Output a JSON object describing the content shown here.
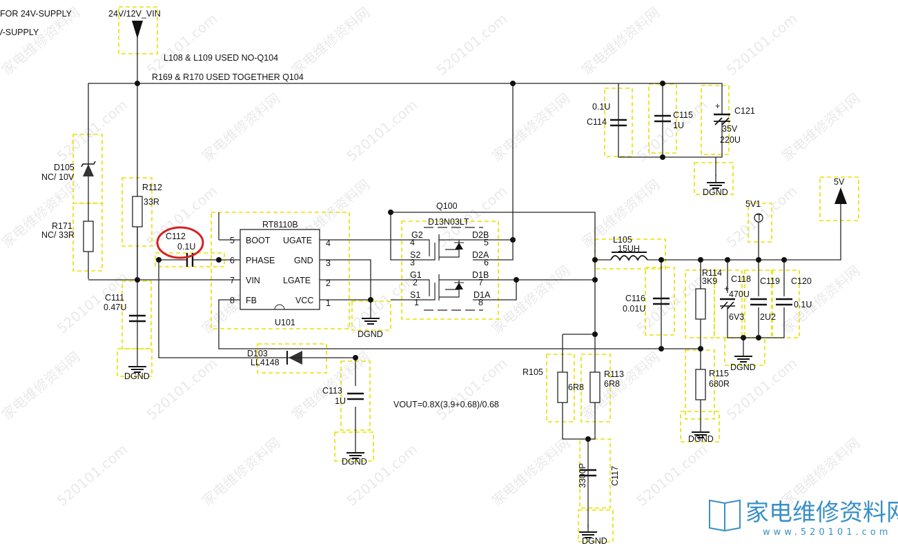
{
  "notes": {
    "supply_24v": "FOR 24V-SUPPLY",
    "supply_12v": "V-SUPPLY",
    "l108_note": "L108 & L109 USED NO-Q104",
    "r169_note": "R169 & R170 USED TOGETHER Q104",
    "vout_formula": "VOUT=0.8X(3.9+0.68)/0.68"
  },
  "nets": {
    "vin": "24V/12V_VIN",
    "out_5v": "5V",
    "tp_5v1": "5V1",
    "ground": "DGND"
  },
  "ic": {
    "part": "RT8110B",
    "ref": "U101",
    "left_pins": [
      {
        "num": "5",
        "name": "BOOT"
      },
      {
        "num": "6",
        "name": "PHASE"
      },
      {
        "num": "7",
        "name": "VIN"
      },
      {
        "num": "8",
        "name": "FB"
      }
    ],
    "right_pins": [
      {
        "num": "4",
        "name": "UGATE"
      },
      {
        "num": "3",
        "name": "GND"
      },
      {
        "num": "2",
        "name": "LGATE"
      },
      {
        "num": "1",
        "name": "VCC"
      }
    ]
  },
  "mosfet": {
    "ref": "Q100",
    "part": "D13N03LT",
    "pins": [
      {
        "name": "G2",
        "num": "4"
      },
      {
        "name": "S2",
        "num": "3"
      },
      {
        "name": "G1",
        "num": "2"
      },
      {
        "name": "S1",
        "num": "1"
      },
      {
        "name": "D2B",
        "num": "5"
      },
      {
        "name": "D2A",
        "num": "6"
      },
      {
        "name": "D1B",
        "num": "7"
      },
      {
        "name": "D1A",
        "num": "8"
      }
    ]
  },
  "components": {
    "d105": {
      "ref": "D105",
      "value": "NC/ 10V"
    },
    "r171": {
      "ref": "R171",
      "value": "NC/ 33R"
    },
    "r112": {
      "ref": "R112",
      "value": "33R"
    },
    "c112": {
      "ref": "C112",
      "value": "0.1U"
    },
    "c111": {
      "ref": "C111",
      "value": "0.47U"
    },
    "d103": {
      "ref": "D103",
      "value": "LL4148"
    },
    "c113": {
      "ref": "C113",
      "value": "1U"
    },
    "c114": {
      "ref": "C114",
      "value": "0.1U"
    },
    "c115": {
      "ref": "C115",
      "value": "1U"
    },
    "c121": {
      "ref": "C121",
      "voltage": "35V",
      "value": "220U"
    },
    "l105": {
      "ref": "L105",
      "value": "15UH"
    },
    "c116": {
      "ref": "C116",
      "value": "0.01U"
    },
    "r114": {
      "ref": "R114",
      "value": "3K9"
    },
    "c118": {
      "ref": "C118",
      "value": "470U",
      "voltage": "6V3"
    },
    "c119": {
      "ref": "C119",
      "value": "2U2"
    },
    "c120": {
      "ref": "C120",
      "value": "0.1U"
    },
    "r115": {
      "ref": "R115",
      "value": "680R"
    },
    "r105": {
      "ref": "R105",
      "value": "6R8"
    },
    "r113": {
      "ref": "R113",
      "value": "6R8"
    },
    "c117": {
      "ref": "C117",
      "value": "3300P"
    }
  },
  "highlight_color": "#d62020",
  "watermark": {
    "text": "家电维修资料网",
    "site": "www.520101.com",
    "site_diag": "520101.com"
  }
}
